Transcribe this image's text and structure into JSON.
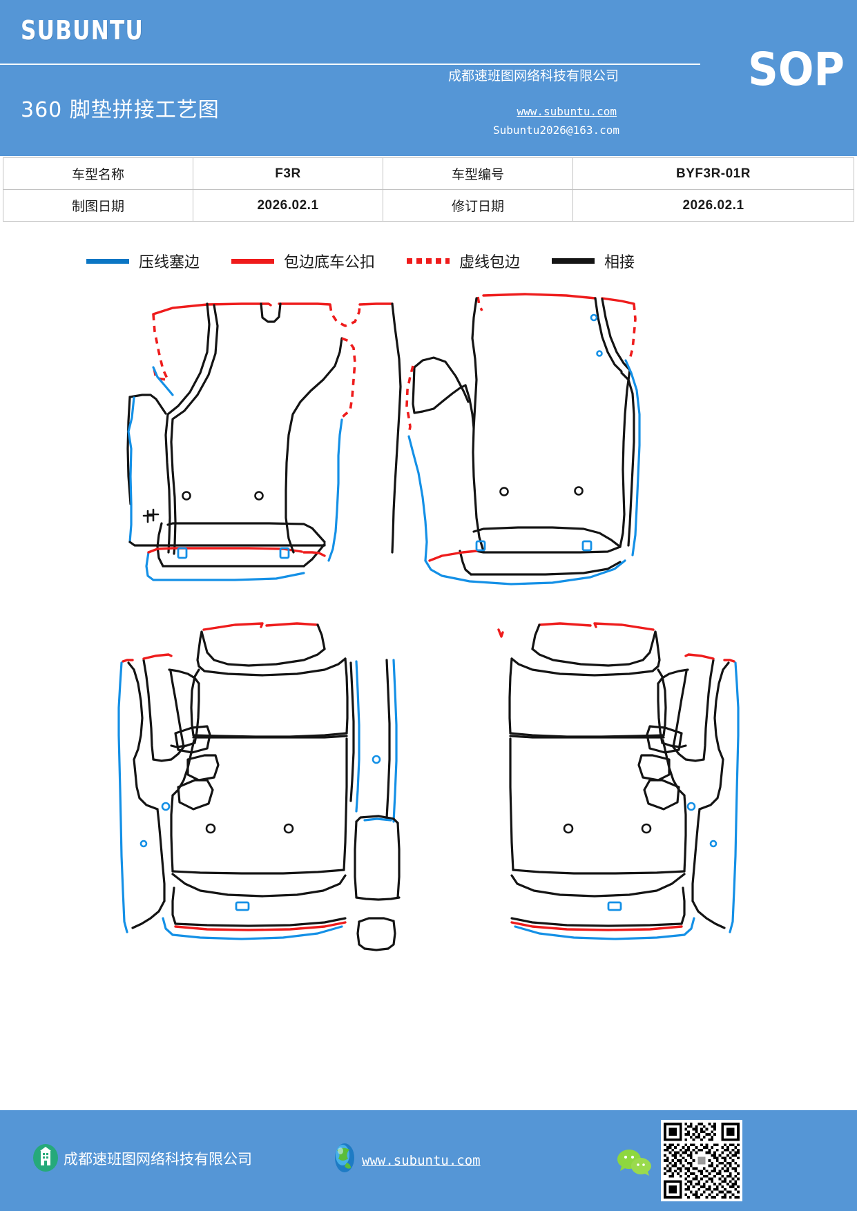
{
  "header": {
    "brand": "SUBUNTU",
    "doc_title": "360 脚垫拼接工艺图",
    "badge": "SOP",
    "company": "成都速班图网络科技有限公司",
    "website": "www.subuntu.com",
    "email": "Subuntu2026@163.com",
    "bg_color": "#5596d6"
  },
  "info_table": {
    "rows": [
      {
        "label1": "车型名称",
        "value1": "F3R",
        "label2": "车型编号",
        "value2": "BYF3R-01R"
      },
      {
        "label1": "制图日期",
        "value1": "2026.02.1",
        "label2": "修订日期",
        "value2": "2026.02.1"
      }
    ]
  },
  "legend": {
    "items": [
      {
        "label": "压线塞边",
        "style": "solid",
        "color": "#0b76c4",
        "icon": "line-solid-blue-icon"
      },
      {
        "label": "包边底车公扣",
        "style": "solid",
        "color": "#ef1b1b",
        "icon": "line-solid-red-icon"
      },
      {
        "label": "虚线包边",
        "style": "dotted",
        "color": "#ef1b1b",
        "icon": "line-dotted-red-icon"
      },
      {
        "label": "相接",
        "style": "solid",
        "color": "#141414",
        "icon": "line-solid-black-icon"
      }
    ]
  },
  "drawing": {
    "title": "360 脚垫拼接工艺图",
    "groups": [
      {
        "name": "front-left-mat-assembly",
        "position": "top-left"
      },
      {
        "name": "front-right-mat-assembly",
        "position": "top-right"
      },
      {
        "name": "full-cabin-mat-layout",
        "position": "bottom"
      }
    ],
    "stroke_colors": {
      "seam": "#141414",
      "edge_binding": "#ee1c1c",
      "press_edge": "#1490e6"
    }
  },
  "footer": {
    "company": "成都速班图网络科技有限公司",
    "website": "www.subuntu.com",
    "building_icon": "building-icon",
    "globe_icon": "globe-icon",
    "wechat_icon": "wechat-icon",
    "qr_icon": "qr-code-icon",
    "bg_color": "#5596d6"
  }
}
